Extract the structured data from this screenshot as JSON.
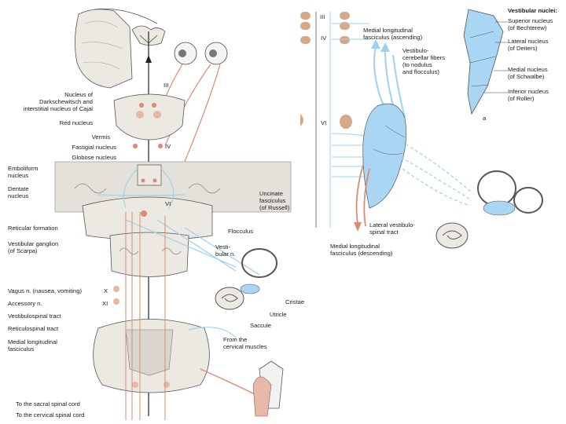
{
  "labels": {
    "darkschewitsch": "Nucleus of\nDarkschewitsch and\ninterstitial nucleus of Cajal",
    "red_nucleus": "Red nucleus",
    "vermis": "Vermis",
    "fastigial": "Fastigial nucleus",
    "globose": "Globose nucleus",
    "emboliform": "Emboliform\nnucleus",
    "dentate": "Dentate\nnucleus",
    "uncinate": "Uncinate\nfasciculus\n(of Russell)",
    "flocculus": "Flocculus",
    "reticular_formation": "Reticular formation",
    "vestibular_ganglion": "Vestibular ganglion\n(of Scarpa)",
    "vestibular_n": "Vesti-\nbular n.",
    "vagus": "Vagus n. (nausea, vomiting)",
    "accessory": "Accessory n.",
    "vestibulospinal": "Vestibulospinal tract",
    "reticulospinal": "Reticulospinal tract",
    "mlf_left": "Medial longitudinal\nfasciculus",
    "cristae": "Cristae",
    "utricle": "Utricle",
    "saccule": "Saccule",
    "cervical_muscles": "From the\ncervical muscles",
    "sacral": "To the sacral spinal cord",
    "cervical_cord": "To the cervical spinal cord",
    "mlf_ascending": "Medial longitudinal\nfasciculus (ascending)",
    "vestibulocerebellar": "Vestibulo-\ncerebellar fibers\n(to nodulus\nand flocculus)",
    "lateral_vestibulospinal": "Lateral vestibulo-\nspinal tract",
    "mlf_descending": "Medial longitudinal\nfasciculus (descending)",
    "vestibular_nuclei_title": "Vestibular nuclei:",
    "superior": "Superior nucleus\n(of Bechterew)",
    "lateral": "Lateral nucleus\n(of Deiters)",
    "medial": "Medial nucleus\n(of Schwalbe)",
    "inferior": "Inferior nucleus\n(of Roller)",
    "panel_a": "a"
  },
  "roman": {
    "III_left": "III",
    "IV_left": "IV",
    "VI_left": "VI",
    "X": "X",
    "XI": "XI",
    "III_right": "III",
    "IV_right": "IV",
    "VI_right": "VI"
  },
  "colors": {
    "vestibular_blue": "#9cd1ef",
    "nucleus_blue": "#a9d6f2",
    "motor_red": "#dc8a70",
    "nucleus_brown": "#d7a888",
    "tissue": "#ece9e2",
    "outline": "#444444"
  }
}
